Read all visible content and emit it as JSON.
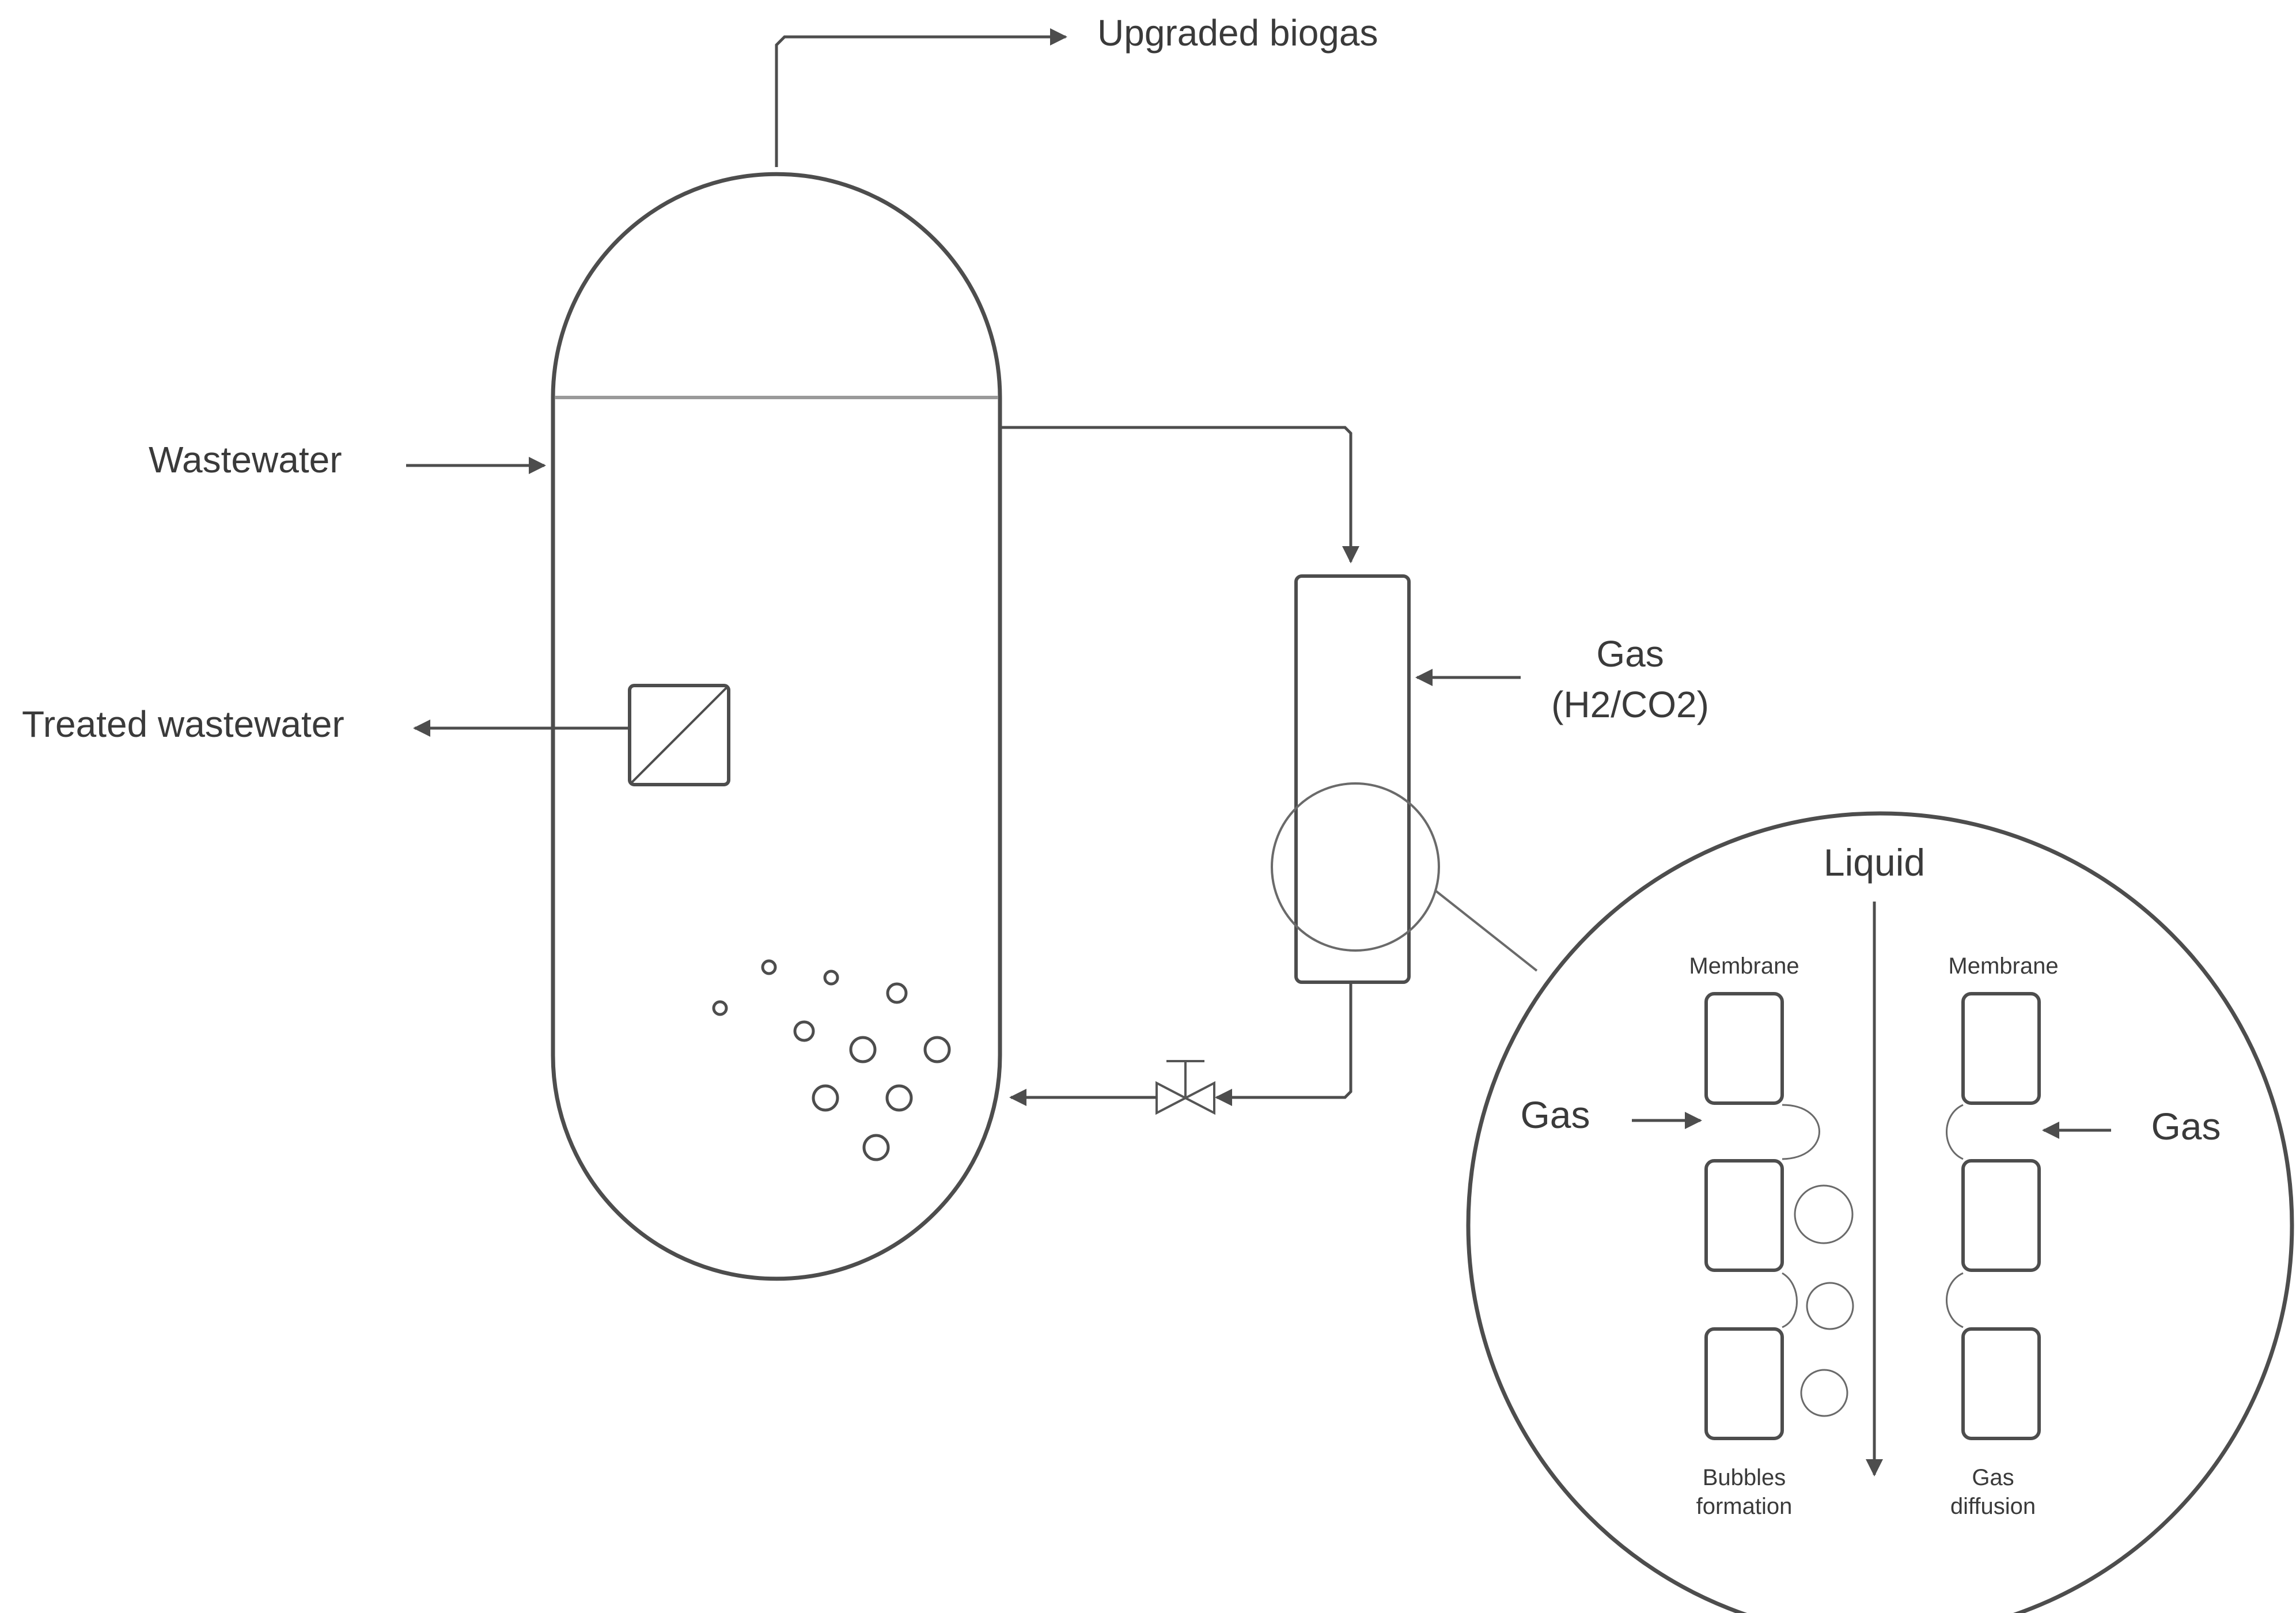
{
  "labels": {
    "upgraded_biogas": "Upgraded biogas",
    "wastewater": "Wastewater",
    "treated_wastewater": "Treated wastewater",
    "gas_inlet": "Gas",
    "gas_inlet_formula": "(H2/CO2)",
    "liquid": "Liquid",
    "membrane_left": "Membrane",
    "membrane_right": "Membrane",
    "gas_left": "Gas",
    "gas_right": "Gas",
    "bubbles_line1": "Bubbles",
    "bubbles_line2": "formation",
    "diffusion_line1": "Gas",
    "diffusion_line2": "diffusion"
  },
  "colors": {
    "line": "#4d4d4d",
    "text": "#3a3a3a",
    "liquid_level": "#9a9a9a",
    "background": "#ffffff"
  }
}
